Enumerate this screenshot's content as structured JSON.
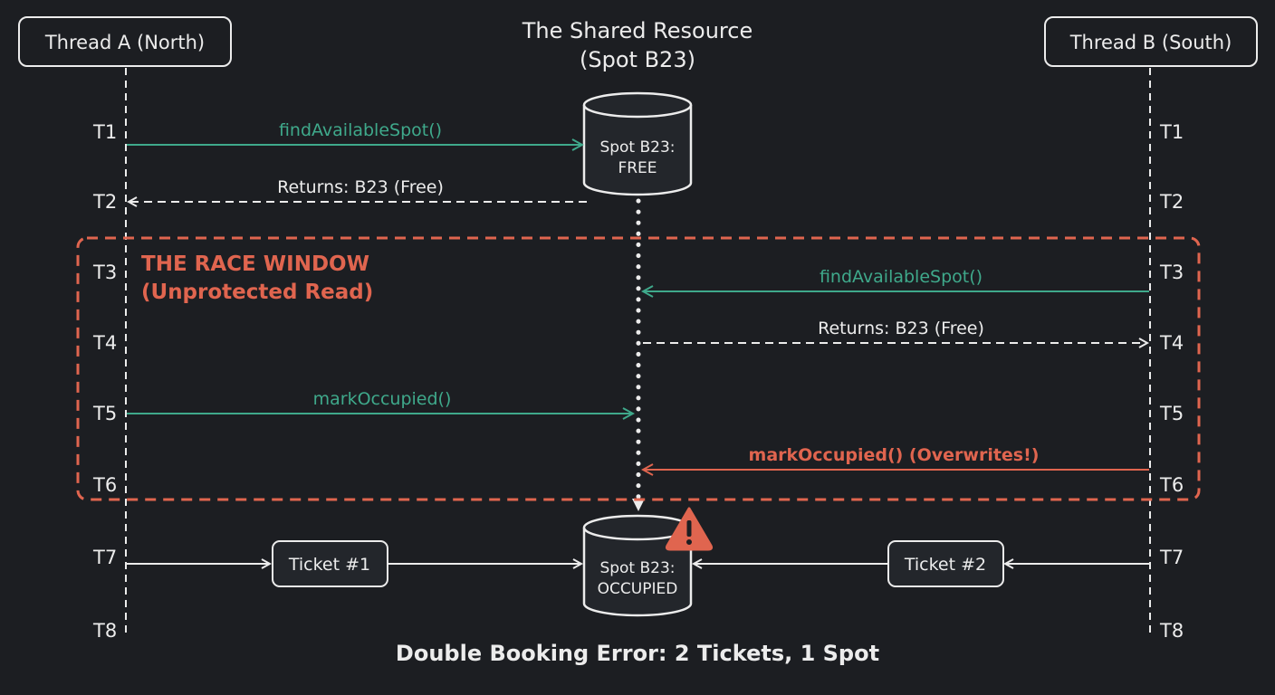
{
  "colors": {
    "background": "#1c1e22",
    "line": "#ececec",
    "call": "#3fa98b",
    "error": "#e0654f"
  },
  "threads": {
    "a_label": "Thread A (North)",
    "b_label": "Thread B (South)"
  },
  "resource": {
    "title_line1": "The Shared Resource",
    "title_line2": "(Spot B23)"
  },
  "time_labels": [
    "T1",
    "T2",
    "T3",
    "T4",
    "T5",
    "T6",
    "T7",
    "T8"
  ],
  "db_top": {
    "line1": "Spot B23:",
    "line2": "FREE"
  },
  "db_bottom": {
    "line1": "Spot B23:",
    "line2": "OCCUPIED"
  },
  "race_window": {
    "line1": "THE RACE WINDOW",
    "line2": "(Unprotected Read)"
  },
  "messages": {
    "a_find": "findAvailableSpot()",
    "a_return": "Returns: B23 (Free)",
    "b_find": "findAvailableSpot()",
    "b_return": "Returns: B23 (Free)",
    "a_mark": "markOccupied()",
    "b_mark": "markOccupied() (Overwrites!)"
  },
  "tickets": {
    "a": "Ticket #1",
    "b": "Ticket #2"
  },
  "warning_icon": "warning-triangle-icon",
  "footer": "Double Booking Error: 2 Tickets, 1 Spot"
}
